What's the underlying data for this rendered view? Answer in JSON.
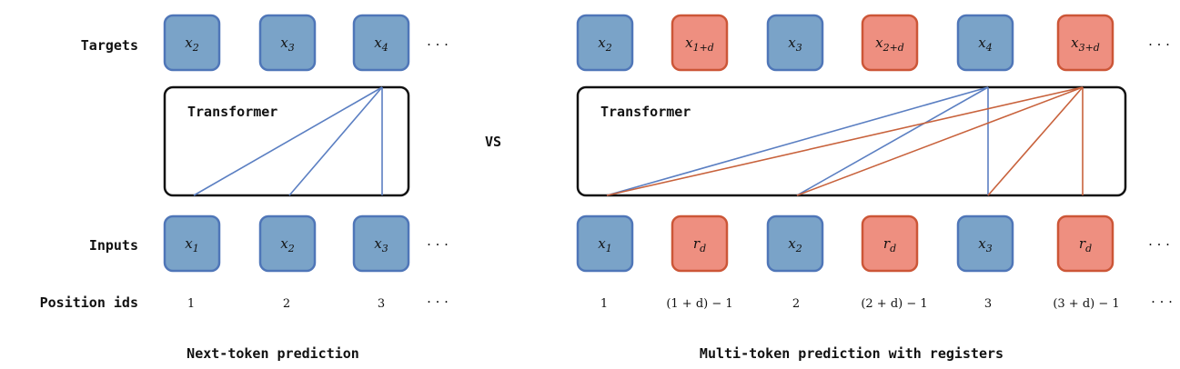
{
  "row_labels": {
    "targets": "Targets",
    "inputs": "Inputs",
    "position_ids": "Position ids"
  },
  "vs_label": "VS",
  "ellipsis": "· · ·",
  "left": {
    "transformer_label": "Transformer",
    "caption": "Next-token prediction",
    "targets": [
      {
        "base": "x",
        "sub": "2",
        "kind": "token"
      },
      {
        "base": "x",
        "sub": "3",
        "kind": "token"
      },
      {
        "base": "x",
        "sub": "4",
        "kind": "token"
      }
    ],
    "inputs": [
      {
        "base": "x",
        "sub": "1",
        "kind": "token"
      },
      {
        "base": "x",
        "sub": "2",
        "kind": "token"
      },
      {
        "base": "x",
        "sub": "3",
        "kind": "token"
      }
    ],
    "position_ids": [
      "1",
      "2",
      "3"
    ]
  },
  "right": {
    "transformer_label": "Transformer",
    "caption": "Multi-token prediction with registers",
    "targets": [
      {
        "base": "x",
        "sub": "2",
        "kind": "token"
      },
      {
        "base": "x",
        "sub": "1+d",
        "kind": "register"
      },
      {
        "base": "x",
        "sub": "3",
        "kind": "token"
      },
      {
        "base": "x",
        "sub": "2+d",
        "kind": "register"
      },
      {
        "base": "x",
        "sub": "4",
        "kind": "token"
      },
      {
        "base": "x",
        "sub": "3+d",
        "kind": "register"
      }
    ],
    "inputs": [
      {
        "base": "x",
        "sub": "1",
        "kind": "token"
      },
      {
        "base": "r",
        "sub": "d",
        "kind": "register"
      },
      {
        "base": "x",
        "sub": "2",
        "kind": "token"
      },
      {
        "base": "r",
        "sub": "d",
        "kind": "register"
      },
      {
        "base": "x",
        "sub": "3",
        "kind": "token"
      },
      {
        "base": "r",
        "sub": "d",
        "kind": "register"
      }
    ],
    "position_ids": [
      "1",
      "(1 + d) − 1",
      "2",
      "(2 + d) − 1",
      "3",
      "(3 + d) − 1"
    ]
  },
  "colors": {
    "token_fill": "#7aa3c8",
    "token_stroke": "#4f76b8",
    "register_fill": "#ee8f80",
    "register_stroke": "#cc5637"
  }
}
